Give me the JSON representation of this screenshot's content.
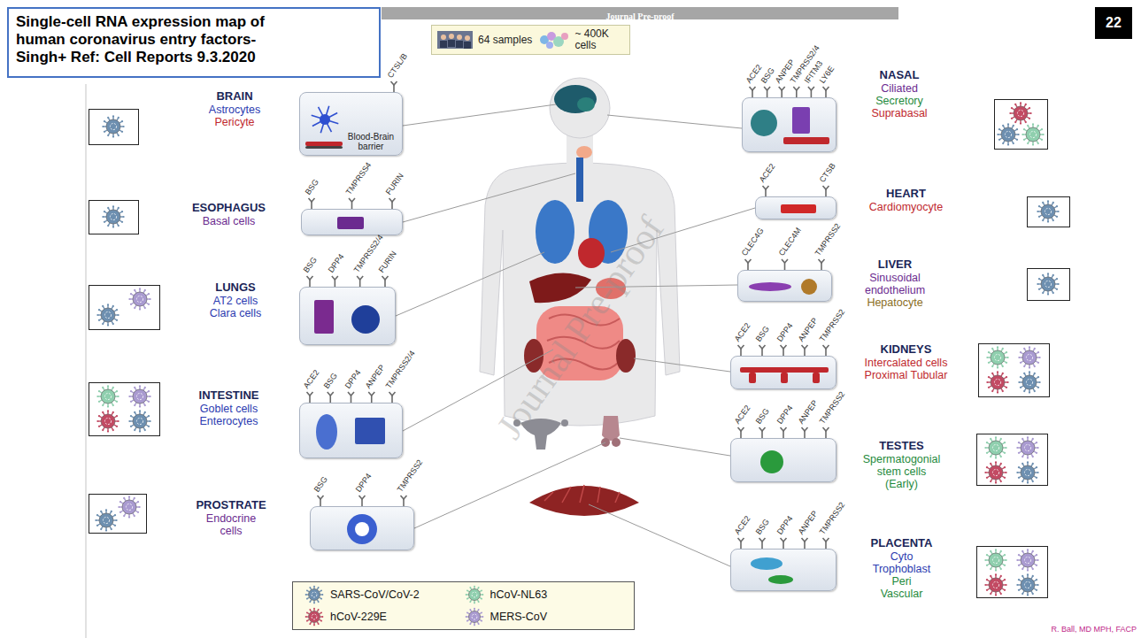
{
  "diagram": {
    "title": "Single-cell RNA expression map of human coronavirus entry factors- Singh+ Ref: Cell Reports 9.3.2020",
    "nodes": [
      {
        "text": [
          "64 samples",
          "~ 400K cells"
        ]
      },
      {
        "text": [
          "22"
        ]
      },
      {
        "text": [
          "BRAIN",
          "Astrocytes",
          "Pericyte",
          "Blood-Brain barrier"
        ]
      },
      {
        "text": [
          "NASAL",
          "Ciliated",
          "Secretory",
          "Suprabasal"
        ]
      },
      {
        "text": [
          "ESOPHAGUS",
          "Basal cells"
        ]
      },
      {
        "text": [
          "HEART",
          "Cardiomyocyte"
        ]
      },
      {
        "text": [
          "LUNGS",
          "AT2 cells",
          "Clara cells"
        ]
      },
      {
        "text": [
          "LIVER",
          "Sinusoidal endothelium",
          "Hepatocyte"
        ]
      },
      {
        "text": [
          "INTESTINE",
          "Goblet cells",
          "Enterocytes"
        ]
      },
      {
        "text": [
          "KIDNEYS",
          "Intercalated cells",
          "Proximal Tubular"
        ]
      },
      {
        "text": [
          "TESTES",
          "Spermatogonial stem cells (Early)"
        ]
      },
      {
        "text": [
          "PROSTRATE",
          "Endocrine cells"
        ]
      },
      {
        "text": [
          "PLACENTA",
          "Cyto Trophoblast",
          "Peri Vascular"
        ]
      }
    ],
    "labels": [
      "Journal Pre-proof",
      "Journal Pre-proof",
      "R. Ball, MD MPH, FACP",
      "CTSL/B",
      "BSG",
      "TMPRSS4",
      "FURIN",
      "BSG",
      "DPP4",
      "TMPRSS2/4",
      "FURIN",
      "ACE2",
      "BSG",
      "DPP4",
      "ANPEP",
      "TMPRSS2/4",
      "BSG",
      "DPP4",
      "TMPRSS2",
      "ACE2",
      "BSG",
      "ANPEP",
      "TMPRSS2/4",
      "IFITM3",
      "LY6E",
      "ACE2",
      "CTSB",
      "CLEC4G",
      "CLEC4M",
      "TMPRSS2",
      "ACE2",
      "BSG",
      "DPP4",
      "ANPEP",
      "TMPRSS2",
      "ACE2",
      "BSG",
      "DPP4",
      "ANPEP",
      "TMPRSS2",
      "ACE2",
      "BSG",
      "DPP4",
      "ANPEP",
      "TMPRSS2"
    ],
    "legend": [
      {
        "text": "SARS-CoV/CoV-2",
        "color": "#6d8fb0"
      },
      {
        "text": "hCoV-NL63",
        "color": "#8fcfae"
      },
      {
        "text": "hCoV-229E",
        "color": "#c24a63"
      },
      {
        "text": "MERS-CoV",
        "color": "#a99ad0"
      }
    ]
  }
}
